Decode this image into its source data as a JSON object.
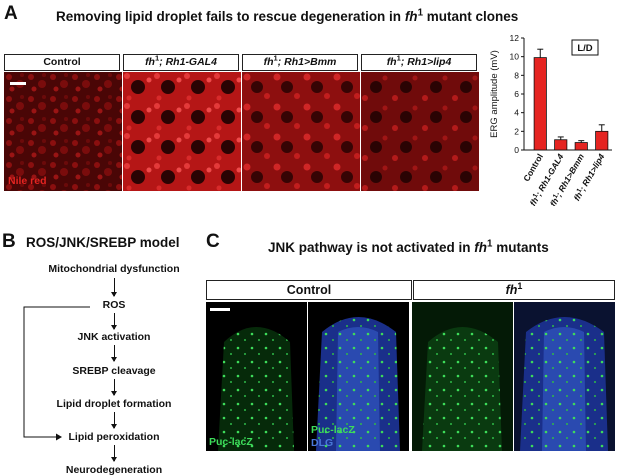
{
  "panel_a": {
    "letter": "A",
    "title_pre": "Removing lipid droplet fails to rescue degeneration in ",
    "title_gene": "fh",
    "title_sup": "1",
    "title_post": " mutant clones",
    "image_labels": [
      {
        "pre": "Control",
        "gene": "",
        "sup": "",
        "post": ""
      },
      {
        "pre": "",
        "gene": "fh",
        "sup": "1",
        "post": "; Rh1-GAL4"
      },
      {
        "pre": "",
        "gene": "fh",
        "sup": "1",
        "post": "; Rh1>Bmm"
      },
      {
        "pre": "",
        "gene": "fh",
        "sup": "1",
        "post": "; Rh1>lip4"
      }
    ],
    "stain_label": "Nile red"
  },
  "chart_data": {
    "type": "bar",
    "categories": [
      "Control",
      "fh1; Rh1-GAL4",
      "fh1; Rh1>Bmm",
      "fh1; Rh1>lip4"
    ],
    "values": [
      9.9,
      1.1,
      0.8,
      2.0
    ],
    "errors": [
      0.9,
      0.3,
      0.2,
      0.7
    ],
    "ylabel": "ERG amplitude (mV)",
    "ylim": [
      0,
      12
    ],
    "yticks": [
      0,
      2,
      4,
      6,
      8,
      10,
      12
    ],
    "legend_box": "L/D",
    "bar_color": "#e52421",
    "grid": false
  },
  "panel_b": {
    "letter": "B",
    "title": "ROS/JNK/SREBP model",
    "steps": [
      "Mitochondrial dysfunction",
      "ROS",
      "JNK activation",
      "SREBP cleavage",
      "Lipid droplet formation",
      "Lipid peroxidation",
      "Neurodegeneration"
    ]
  },
  "panel_c": {
    "letter": "C",
    "title_pre": "JNK pathway is not activated in ",
    "title_gene": "fh",
    "title_sup": "1",
    "title_post": " mutants",
    "group_labels": [
      {
        "gene": "",
        "sup": "",
        "text": "Control"
      },
      {
        "gene": "fh",
        "sup": "1",
        "text": ""
      }
    ],
    "stain1": "Puc-lacZ",
    "stain2": "DLG",
    "stain1_color": "#3ddc5a",
    "stain2_color": "#4a78d8"
  }
}
